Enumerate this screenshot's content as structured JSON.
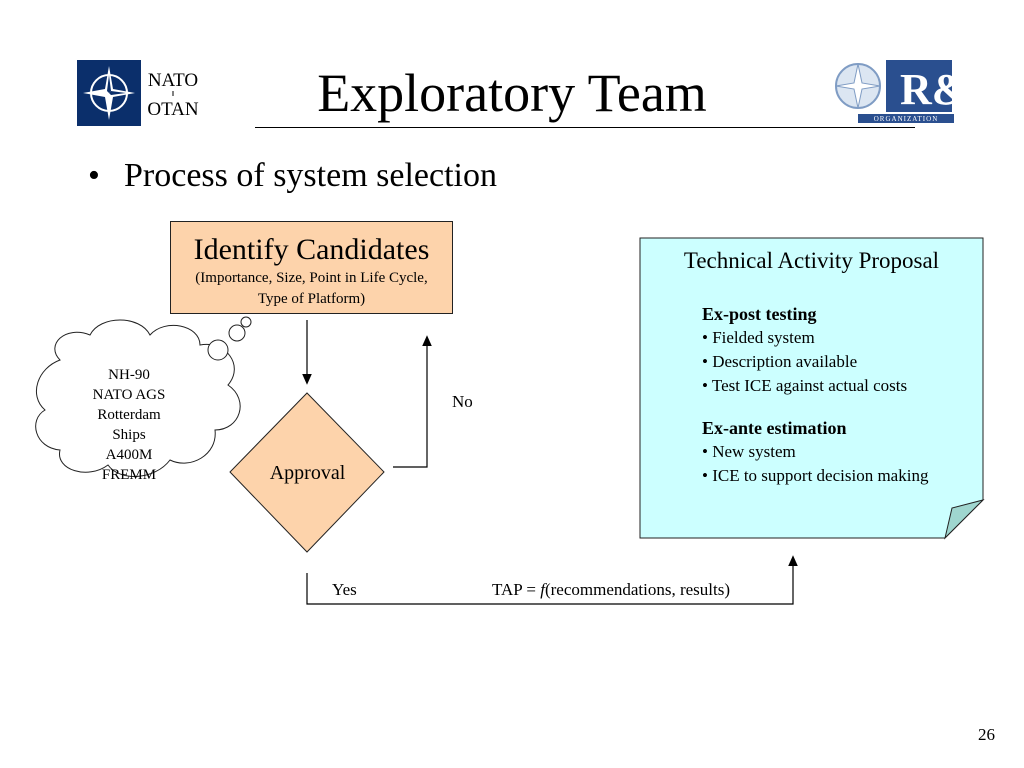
{
  "slide": {
    "title": "Exploratory Team",
    "bullet": "Process of system selection",
    "page_number": "26"
  },
  "logos": {
    "left_line1": "NATO",
    "left_line2": "OTAN",
    "right_org": "ORGANIZATION",
    "right_mark": "R&T"
  },
  "diagram": {
    "identify_title": "Identify Candidates",
    "identify_sub_line1": "(Importance, Size, Point in Life Cycle,",
    "identify_sub_line2": "Type of Platform)",
    "approval": "Approval",
    "no": "No",
    "yes": "Yes",
    "tap_formula_prefix": "TAP = ",
    "tap_formula_f": "f",
    "tap_formula_suffix": "(recommendations, results)",
    "cloud_items": [
      "NH-90",
      "NATO AGS",
      "Rotterdam",
      "Ships",
      "A400M",
      "FREMM"
    ],
    "proposal": {
      "title": "Technical Activity Proposal",
      "sections": [
        {
          "heading": "Ex-post testing",
          "items": [
            "• Fielded system",
            "• Description available",
            "• Test ICE against actual costs"
          ]
        },
        {
          "heading": "Ex-ante estimation",
          "items": [
            "• New system",
            "• ICE to support decision making"
          ]
        }
      ]
    }
  },
  "colors": {
    "identify_fill": "#fdd3ab",
    "proposal_fill": "#ccffff",
    "nato_blue": "#0b2f6b"
  }
}
